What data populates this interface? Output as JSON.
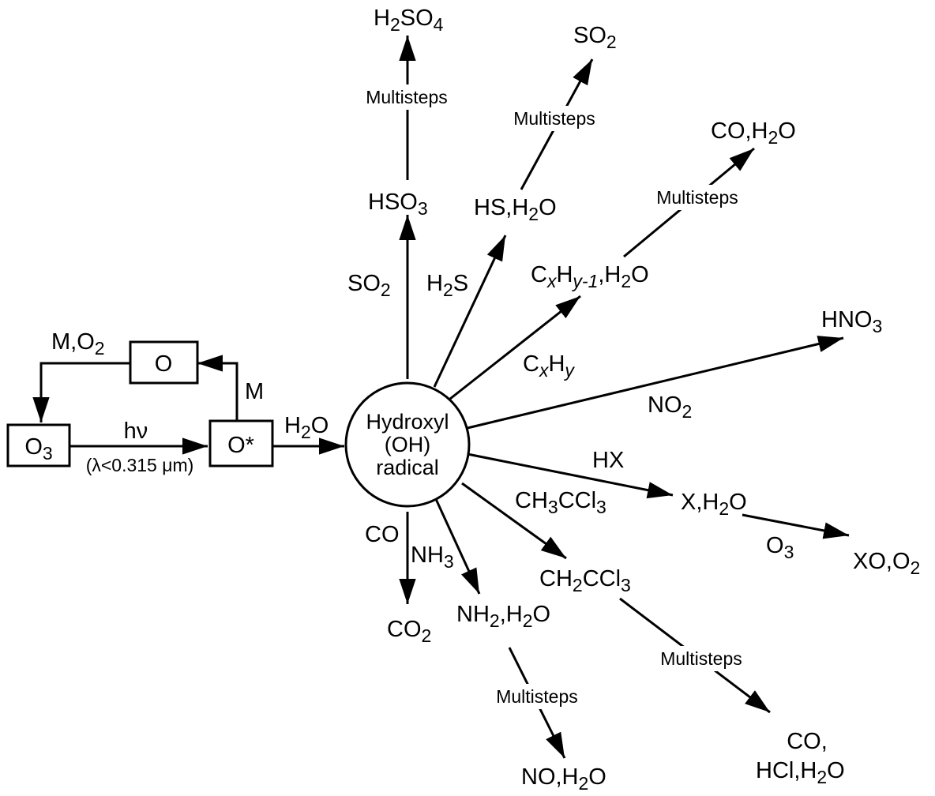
{
  "colors": {
    "ink": "#000000",
    "background": "#ffffff"
  },
  "center": {
    "line1": "Hydroxyl",
    "line2": "(OH)",
    "line3": "radical"
  },
  "ozone_cycle": {
    "o3": "O3",
    "o_star": "O*",
    "o": "O",
    "m_o2": "M,O2",
    "m": "M",
    "hv": "hν",
    "lambda": "(λ<0.315 μm)",
    "h2o": "H2O"
  },
  "species": {
    "h2so4": "H2SO4",
    "hso3": "HSO3",
    "so2_product": "SO2",
    "hs_h2o": "HS,H2O",
    "co_h2o": "CO,H2O",
    "cxhy1_h2o": "CxHy-1,H2O",
    "hno3": "HNO3",
    "x_h2o": "X,H2O",
    "xo_o2": "XO,O2",
    "ch2ccl3": "CH2CCl3",
    "co_hcl_h2o_line1": "CO,",
    "co_hcl_h2o_line2": "HCl,H2O",
    "nh2_h2o": "NH2,H2O",
    "no_h2o": "NO,H2O",
    "co2": "CO2"
  },
  "reagents": {
    "so2": "SO2",
    "h2s": "H2S",
    "cxhy": "CxHy",
    "no2": "NO2",
    "hx": "HX",
    "o3": "O3",
    "ch3ccl3": "CH3CCl3",
    "co": "CO",
    "nh3": "NH3"
  },
  "multisteps": "Multisteps"
}
